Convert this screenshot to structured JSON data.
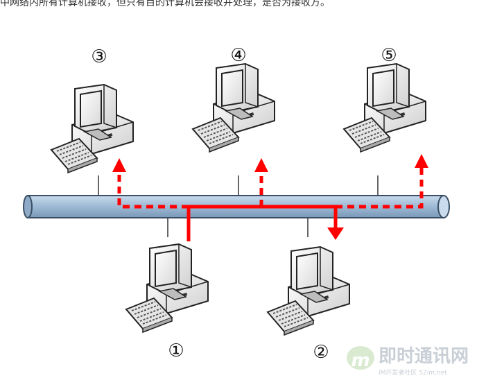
{
  "caption_top": "中网络内所有计算机接收，但只有目的计算机会接收并处理，是否为接收方。",
  "computers": [
    {
      "id": "1",
      "label": "①"
    },
    {
      "id": "2",
      "label": "②"
    },
    {
      "id": "3",
      "label": "③"
    },
    {
      "id": "4",
      "label": "④"
    },
    {
      "id": "5",
      "label": "⑤"
    }
  ],
  "colors": {
    "bus_fill": "#a9c3dc",
    "bus_stroke": "#3a4f66",
    "signal": "#ff0000"
  },
  "watermark": {
    "logo_letter": "m",
    "title": "即时通讯网",
    "subtitle": "IM开发者社区 52im.net"
  }
}
